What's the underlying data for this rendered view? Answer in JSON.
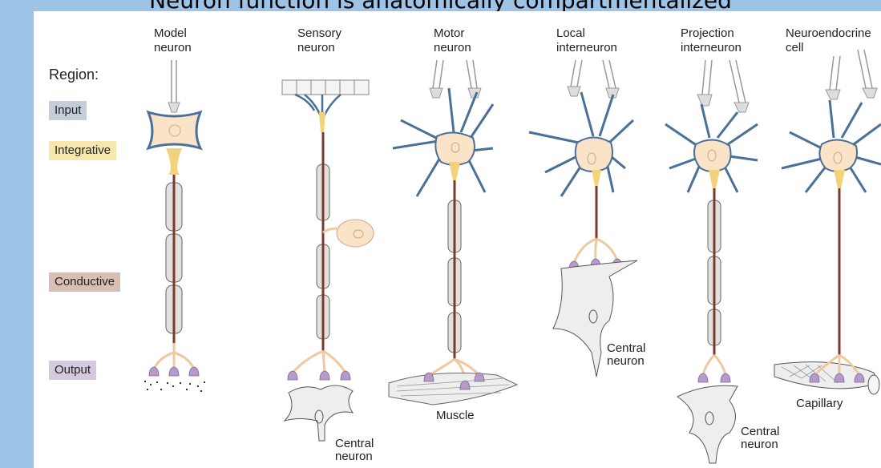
{
  "title": "Neuron function is anatomically compartmentalized",
  "region_heading": "Region:",
  "regions": [
    {
      "label": "Input",
      "color": "#c4cdd9"
    },
    {
      "label": "Integrative",
      "color": "#f6e7ad"
    },
    {
      "label": "Conductive",
      "color": "#d7bfb1"
    },
    {
      "label": "Output",
      "color": "#d4c9de"
    }
  ],
  "neuron_types": [
    {
      "line1": "Model",
      "line2": "neuron"
    },
    {
      "line1": "Sensory",
      "line2": "neuron"
    },
    {
      "line1": "Motor",
      "line2": "neuron"
    },
    {
      "line1": "Local",
      "line2": "interneuron"
    },
    {
      "line1": "Projection",
      "line2": "interneuron"
    },
    {
      "line1": "Neuroendocrine",
      "line2": "cell"
    }
  ],
  "targets": {
    "central_1": {
      "line1": "Central",
      "line2": "neuron"
    },
    "muscle": "Muscle",
    "central_2": {
      "line1": "Central",
      "line2": "neuron"
    },
    "central_3": {
      "line1": "Central",
      "line2": "neuron"
    },
    "capillary": "Capillary"
  },
  "colors": {
    "dendrite": "#4a6f98",
    "soma": "#fbe3c8",
    "hillock": "#f2d27a",
    "axon": "#7a3b2e",
    "myelin": "#e4e0e0",
    "terminal": "#b69ac9",
    "terminal_branch": "#f0c8a0",
    "target": "#eeeeee"
  }
}
